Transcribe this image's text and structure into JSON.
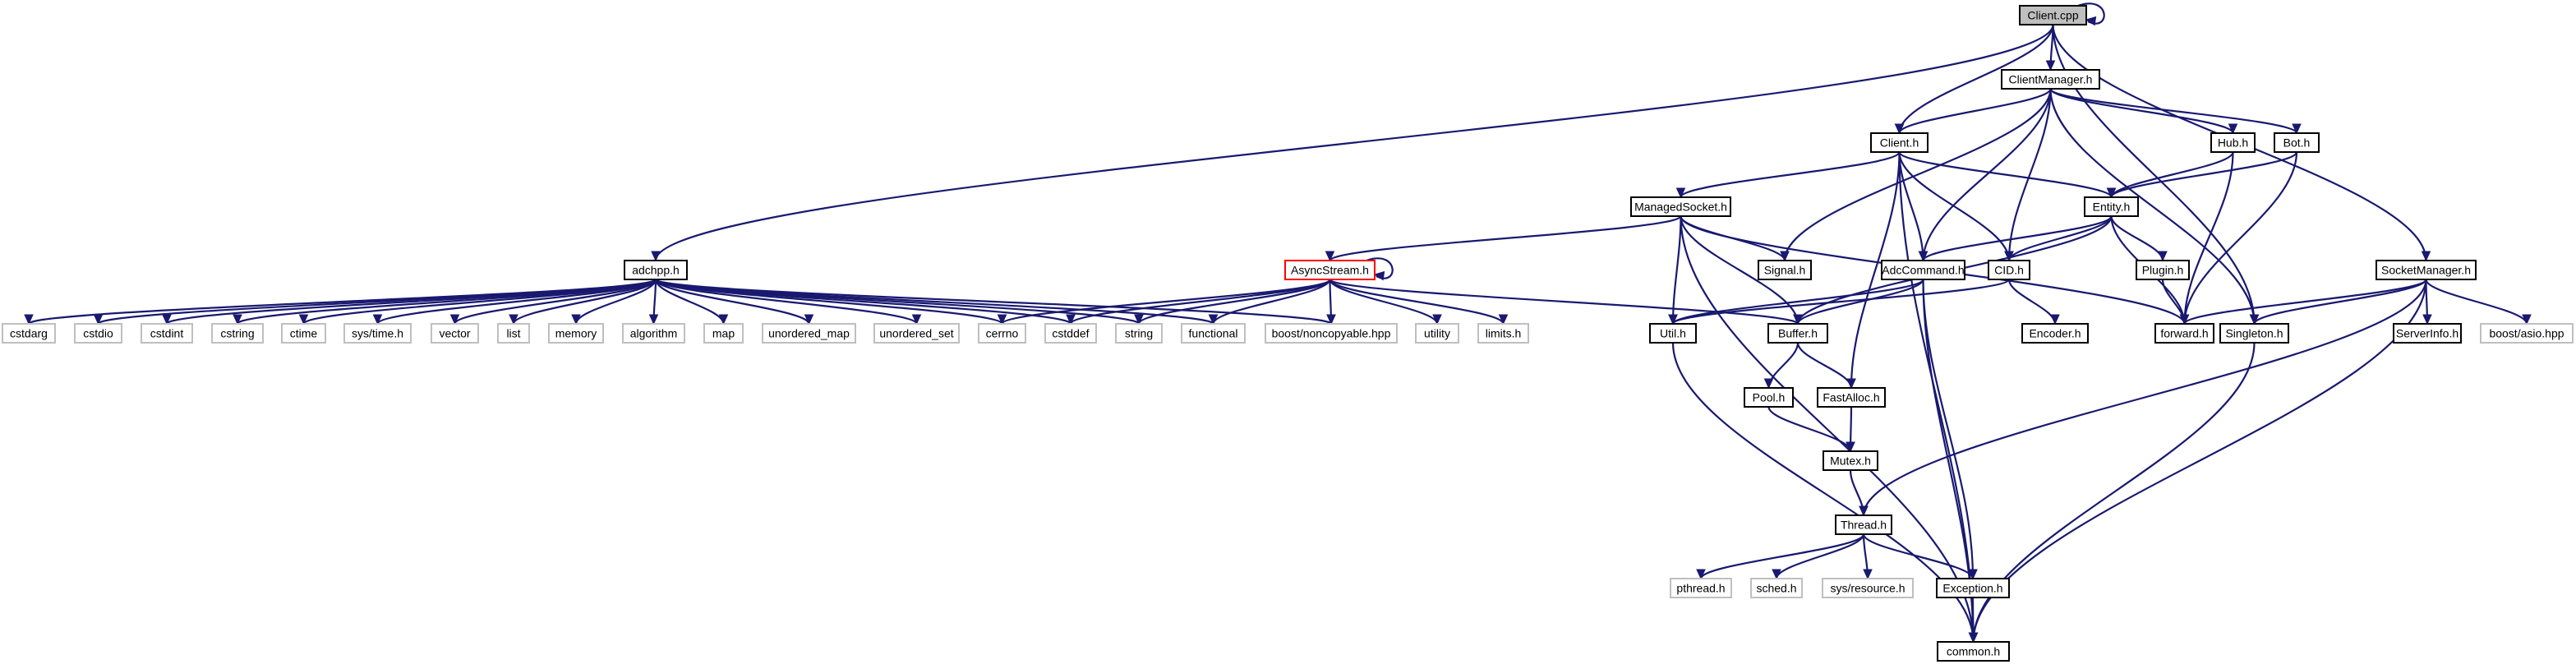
{
  "graph": {
    "colors": {
      "edge": "#191970",
      "node_border": "#000000",
      "external_border": "#bfbfbf",
      "highlight_border": "#ff0000",
      "root_fill": "#bfbfbf"
    },
    "nodes": [
      {
        "id": "client_cpp",
        "label": "Client.cpp",
        "style": "root"
      },
      {
        "id": "clientmanager_h",
        "label": "ClientManager.h",
        "style": "normal"
      },
      {
        "id": "client_h",
        "label": "Client.h",
        "style": "normal"
      },
      {
        "id": "hub_h",
        "label": "Hub.h",
        "style": "normal"
      },
      {
        "id": "bot_h",
        "label": "Bot.h",
        "style": "normal"
      },
      {
        "id": "managedsocket_h",
        "label": "ManagedSocket.h",
        "style": "normal"
      },
      {
        "id": "entity_h",
        "label": "Entity.h",
        "style": "normal"
      },
      {
        "id": "adchpp_h",
        "label": "adchpp.h",
        "style": "normal"
      },
      {
        "id": "asyncstream_h",
        "label": "AsyncStream.h",
        "style": "highlight"
      },
      {
        "id": "signal_h",
        "label": "Signal.h",
        "style": "normal"
      },
      {
        "id": "adccommand_h",
        "label": "AdcCommand.h",
        "style": "normal"
      },
      {
        "id": "cid_h",
        "label": "CID.h",
        "style": "normal"
      },
      {
        "id": "plugin_h",
        "label": "Plugin.h",
        "style": "normal"
      },
      {
        "id": "socketmanager_h",
        "label": "SocketManager.h",
        "style": "normal"
      },
      {
        "id": "cstdarg",
        "label": "cstdarg",
        "style": "external"
      },
      {
        "id": "cstdio",
        "label": "cstdio",
        "style": "external"
      },
      {
        "id": "cstdint",
        "label": "cstdint",
        "style": "external"
      },
      {
        "id": "cstring",
        "label": "cstring",
        "style": "external"
      },
      {
        "id": "ctime",
        "label": "ctime",
        "style": "external"
      },
      {
        "id": "systime_h",
        "label": "sys/time.h",
        "style": "external"
      },
      {
        "id": "vector",
        "label": "vector",
        "style": "external"
      },
      {
        "id": "list",
        "label": "list",
        "style": "external"
      },
      {
        "id": "memory",
        "label": "memory",
        "style": "external"
      },
      {
        "id": "algorithm",
        "label": "algorithm",
        "style": "external"
      },
      {
        "id": "map",
        "label": "map",
        "style": "external"
      },
      {
        "id": "unordered_map",
        "label": "unordered_map",
        "style": "external"
      },
      {
        "id": "unordered_set",
        "label": "unordered_set",
        "style": "external"
      },
      {
        "id": "cerrno",
        "label": "cerrno",
        "style": "external"
      },
      {
        "id": "cstddef",
        "label": "cstddef",
        "style": "external"
      },
      {
        "id": "string",
        "label": "string",
        "style": "external"
      },
      {
        "id": "functional",
        "label": "functional",
        "style": "external"
      },
      {
        "id": "boost_noncopyable",
        "label": "boost/noncopyable.hpp",
        "style": "external"
      },
      {
        "id": "utility",
        "label": "utility",
        "style": "external"
      },
      {
        "id": "limits_h",
        "label": "limits.h",
        "style": "external"
      },
      {
        "id": "util_h",
        "label": "Util.h",
        "style": "normal"
      },
      {
        "id": "buffer_h",
        "label": "Buffer.h",
        "style": "normal"
      },
      {
        "id": "encoder_h",
        "label": "Encoder.h",
        "style": "normal"
      },
      {
        "id": "forward_h",
        "label": "forward.h",
        "style": "normal"
      },
      {
        "id": "singleton_h",
        "label": "Singleton.h",
        "style": "normal"
      },
      {
        "id": "serverinfo_h",
        "label": "ServerInfo.h",
        "style": "normal"
      },
      {
        "id": "boost_asio",
        "label": "boost/asio.hpp",
        "style": "external"
      },
      {
        "id": "pool_h",
        "label": "Pool.h",
        "style": "normal"
      },
      {
        "id": "fastalloc_h",
        "label": "FastAlloc.h",
        "style": "normal"
      },
      {
        "id": "mutex_h",
        "label": "Mutex.h",
        "style": "normal"
      },
      {
        "id": "thread_h",
        "label": "Thread.h",
        "style": "normal"
      },
      {
        "id": "pthread_h",
        "label": "pthread.h",
        "style": "external"
      },
      {
        "id": "sched_h",
        "label": "sched.h",
        "style": "external"
      },
      {
        "id": "sysresource_h",
        "label": "sys/resource.h",
        "style": "external"
      },
      {
        "id": "exception_h",
        "label": "Exception.h",
        "style": "normal"
      },
      {
        "id": "common_h",
        "label": "common.h",
        "style": "normal"
      }
    ],
    "edges": [
      [
        "client_cpp",
        "client_cpp"
      ],
      [
        "client_cpp",
        "clientmanager_h"
      ],
      [
        "client_cpp",
        "client_h"
      ],
      [
        "client_cpp",
        "adchpp_h"
      ],
      [
        "client_cpp",
        "singleton_h"
      ],
      [
        "client_cpp",
        "socketmanager_h"
      ],
      [
        "clientmanager_h",
        "client_h"
      ],
      [
        "clientmanager_h",
        "hub_h"
      ],
      [
        "clientmanager_h",
        "bot_h"
      ],
      [
        "clientmanager_h",
        "signal_h"
      ],
      [
        "clientmanager_h",
        "adccommand_h"
      ],
      [
        "clientmanager_h",
        "cid_h"
      ],
      [
        "clientmanager_h",
        "singleton_h"
      ],
      [
        "client_h",
        "managedsocket_h"
      ],
      [
        "client_h",
        "entity_h"
      ],
      [
        "client_h",
        "adccommand_h"
      ],
      [
        "client_h",
        "cid_h"
      ],
      [
        "client_h",
        "fastalloc_h"
      ],
      [
        "client_h",
        "common_h"
      ],
      [
        "hub_h",
        "entity_h"
      ],
      [
        "hub_h",
        "forward_h"
      ],
      [
        "bot_h",
        "entity_h"
      ],
      [
        "bot_h",
        "forward_h"
      ],
      [
        "managedsocket_h",
        "asyncstream_h"
      ],
      [
        "managedsocket_h",
        "signal_h"
      ],
      [
        "managedsocket_h",
        "util_h"
      ],
      [
        "managedsocket_h",
        "buffer_h"
      ],
      [
        "managedsocket_h",
        "forward_h"
      ],
      [
        "managedsocket_h",
        "common_h"
      ],
      [
        "entity_h",
        "adccommand_h"
      ],
      [
        "entity_h",
        "cid_h"
      ],
      [
        "entity_h",
        "plugin_h"
      ],
      [
        "entity_h",
        "buffer_h"
      ],
      [
        "entity_h",
        "forward_h"
      ],
      [
        "adchpp_h",
        "cstdarg"
      ],
      [
        "adchpp_h",
        "cstdio"
      ],
      [
        "adchpp_h",
        "cstdint"
      ],
      [
        "adchpp_h",
        "cstring"
      ],
      [
        "adchpp_h",
        "ctime"
      ],
      [
        "adchpp_h",
        "systime_h"
      ],
      [
        "adchpp_h",
        "vector"
      ],
      [
        "adchpp_h",
        "list"
      ],
      [
        "adchpp_h",
        "memory"
      ],
      [
        "adchpp_h",
        "algorithm"
      ],
      [
        "adchpp_h",
        "map"
      ],
      [
        "adchpp_h",
        "unordered_map"
      ],
      [
        "adchpp_h",
        "unordered_set"
      ],
      [
        "adchpp_h",
        "cerrno"
      ],
      [
        "adchpp_h",
        "cstddef"
      ],
      [
        "adchpp_h",
        "string"
      ],
      [
        "adchpp_h",
        "functional"
      ],
      [
        "adchpp_h",
        "boost_noncopyable"
      ],
      [
        "asyncstream_h",
        "asyncstream_h"
      ],
      [
        "asyncstream_h",
        "cerrno"
      ],
      [
        "asyncstream_h",
        "cstddef"
      ],
      [
        "asyncstream_h",
        "string"
      ],
      [
        "asyncstream_h",
        "functional"
      ],
      [
        "asyncstream_h",
        "boost_noncopyable"
      ],
      [
        "asyncstream_h",
        "utility"
      ],
      [
        "asyncstream_h",
        "limits_h"
      ],
      [
        "asyncstream_h",
        "buffer_h"
      ],
      [
        "adccommand_h",
        "util_h"
      ],
      [
        "adccommand_h",
        "buffer_h"
      ],
      [
        "adccommand_h",
        "exception_h"
      ],
      [
        "adccommand_h",
        "common_h"
      ],
      [
        "cid_h",
        "util_h"
      ],
      [
        "cid_h",
        "encoder_h"
      ],
      [
        "plugin_h",
        "forward_h"
      ],
      [
        "socketmanager_h",
        "forward_h"
      ],
      [
        "socketmanager_h",
        "singleton_h"
      ],
      [
        "socketmanager_h",
        "serverinfo_h"
      ],
      [
        "socketmanager_h",
        "boost_asio"
      ],
      [
        "socketmanager_h",
        "thread_h"
      ],
      [
        "socketmanager_h",
        "common_h"
      ],
      [
        "util_h",
        "common_h"
      ],
      [
        "buffer_h",
        "pool_h"
      ],
      [
        "buffer_h",
        "fastalloc_h"
      ],
      [
        "pool_h",
        "mutex_h"
      ],
      [
        "fastalloc_h",
        "mutex_h"
      ],
      [
        "mutex_h",
        "thread_h"
      ],
      [
        "thread_h",
        "pthread_h"
      ],
      [
        "thread_h",
        "sched_h"
      ],
      [
        "thread_h",
        "sysresource_h"
      ],
      [
        "thread_h",
        "exception_h"
      ],
      [
        "exception_h",
        "common_h"
      ],
      [
        "singleton_h",
        "common_h"
      ]
    ]
  }
}
